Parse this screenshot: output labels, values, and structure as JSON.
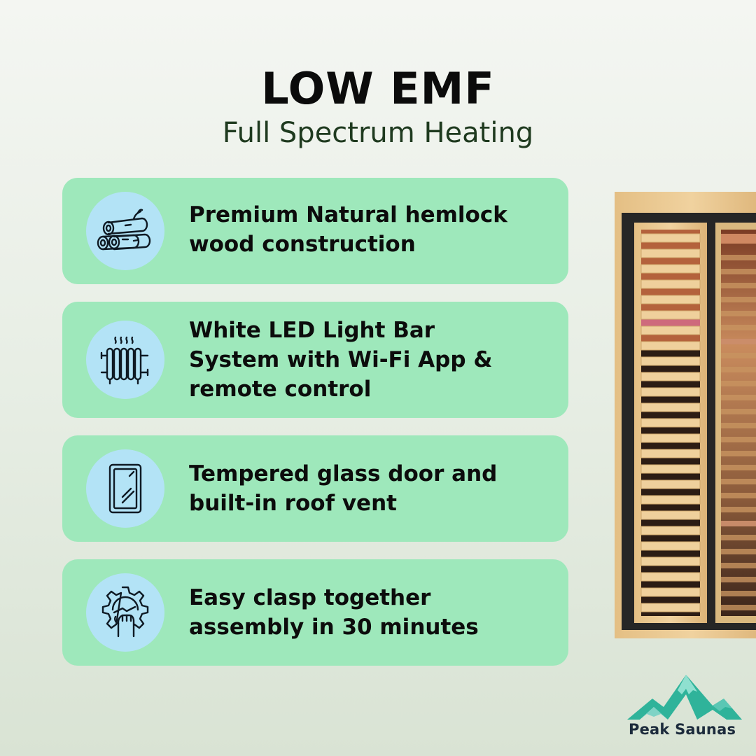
{
  "header": {
    "title": "LOW EMF",
    "subtitle": "Full Spectrum Heating"
  },
  "features": [
    {
      "icon": "wood-logs-icon",
      "lines": [
        "Premium Natural hemlock",
        "wood construction"
      ]
    },
    {
      "icon": "radiator-heater-icon",
      "lines": [
        "White LED Light Bar",
        "System with Wi-Fi App &",
        "remote control"
      ]
    },
    {
      "icon": "glass-door-icon",
      "lines": [
        "Tempered glass door and",
        "built-in roof vent"
      ]
    },
    {
      "icon": "gear-wrench-hand-icon",
      "lines": [
        "Easy clasp together",
        "assembly in 30 minutes"
      ]
    }
  ],
  "brand": {
    "name": "Peak Saunas",
    "logo_icon": "mountain-peaks-icon"
  },
  "colors": {
    "card_bg": "#9ee8bb",
    "icon_circle_bg": "#b3e3f6",
    "wood": "#e9c88f",
    "dark_frame": "#262626",
    "mountain_teal": "#2fb39a",
    "mountain_light": "#7fd3c6"
  }
}
